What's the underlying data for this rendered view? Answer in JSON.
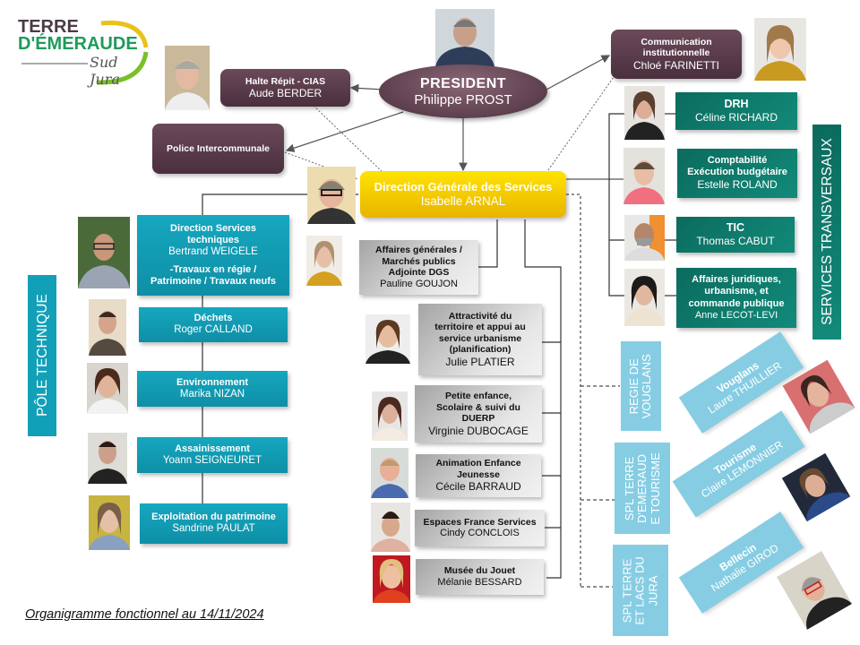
{
  "logo": {
    "line1": "TERRE",
    "line2": "D'ÉMERAUDE",
    "line3": "Sud Jura",
    "colors": {
      "dark": "#4a3a45",
      "green": "#1f9a5a",
      "yellow": "#e8c21a"
    }
  },
  "caption": "Organigramme fonctionnel au 14/11/2024",
  "colors": {
    "plum": "#4f3543",
    "teal": "#0e7a6c",
    "cyan": "#12a0b8",
    "yellow": "#f2c800",
    "lightblue": "#86cde3",
    "grey": "#d9d9d9"
  },
  "president": {
    "title": "PRESIDENT",
    "name": "Philippe PROST"
  },
  "halte": {
    "title": "Halte Répit - CIAS",
    "name": "Aude BERDER"
  },
  "police": {
    "title": "Police Intercommunale"
  },
  "communication": {
    "title_1": "Communication",
    "title_2": "institutionnelle",
    "name": "Chloé FARINETTI"
  },
  "dgs": {
    "title": "Direction Générale des Services",
    "name": "Isabelle ARNAL"
  },
  "transverse": {
    "label": "SERVICES TRANSVERSAUX",
    "items": [
      {
        "title_lines": [
          "DRH"
        ],
        "name": "Céline RICHARD"
      },
      {
        "title_lines": [
          "Comptabilité",
          "Exécution budgétaire"
        ],
        "name": "Estelle ROLAND"
      },
      {
        "title_lines": [
          "TIC"
        ],
        "name": "Thomas CABUT"
      },
      {
        "title_lines": [
          "Affaires juridiques,",
          "urbanisme, et",
          "commande publique"
        ],
        "name": "Anne LECOT-LEVI"
      }
    ]
  },
  "technique": {
    "label": "PÔLE TECHNIQUE",
    "items": [
      {
        "title_lines": [
          "Direction Services",
          "techniques"
        ],
        "name": "Bertrand WEIGELE",
        "extra_lines": [
          "-Travaux en régie /",
          "Patrimoine / Travaux neufs"
        ]
      },
      {
        "title_lines": [
          "Déchets"
        ],
        "name": "Roger CALLAND"
      },
      {
        "title_lines": [
          "Environnement"
        ],
        "name": "Marika NIZAN"
      },
      {
        "title_lines": [
          "Assainissement"
        ],
        "name": "Yoann SEIGNEURET"
      },
      {
        "title_lines": [
          "Exploitation du patrimoine"
        ],
        "name": "Sandrine PAULAT"
      }
    ]
  },
  "central": {
    "items": [
      {
        "title_lines": [
          "Affaires générales /",
          "Marchés publics",
          "Adjointe DGS"
        ],
        "name": "Pauline GOUJON"
      },
      {
        "title_lines": [
          "Attractivité du",
          "territoire et appui au",
          "service urbanisme",
          "(planification)"
        ],
        "name": "Julie PLATIER"
      },
      {
        "title_lines": [
          "Petite enfance,",
          "Scolaire & suivi du",
          "DUERP"
        ],
        "name": "Virginie DUBOCAGE"
      },
      {
        "title_lines": [
          "Animation Enfance",
          "Jeunesse"
        ],
        "name": "Cécile BARRAUD"
      },
      {
        "title_lines": [
          "Espaces France Services"
        ],
        "name": "Cindy CONCLOIS"
      },
      {
        "title_lines": [
          "Musée du Jouet"
        ],
        "name": "Mélanie BESSARD"
      }
    ]
  },
  "entities": [
    {
      "label_lines": [
        "REGIE DE",
        "VOUGLANS"
      ],
      "site": "Vouglans",
      "name": "Laure THUILLIER"
    },
    {
      "label_lines": [
        "SPL TERRE",
        "D'EMERAUD",
        "E TOURISME"
      ],
      "site": "Tourisme",
      "name": "Claire LEMONNIER"
    },
    {
      "label_lines": [
        "SPL TERRE",
        "ET LACS DU",
        "JURA"
      ],
      "site": "Bellecin",
      "name": "Nathalie GIROD"
    }
  ]
}
